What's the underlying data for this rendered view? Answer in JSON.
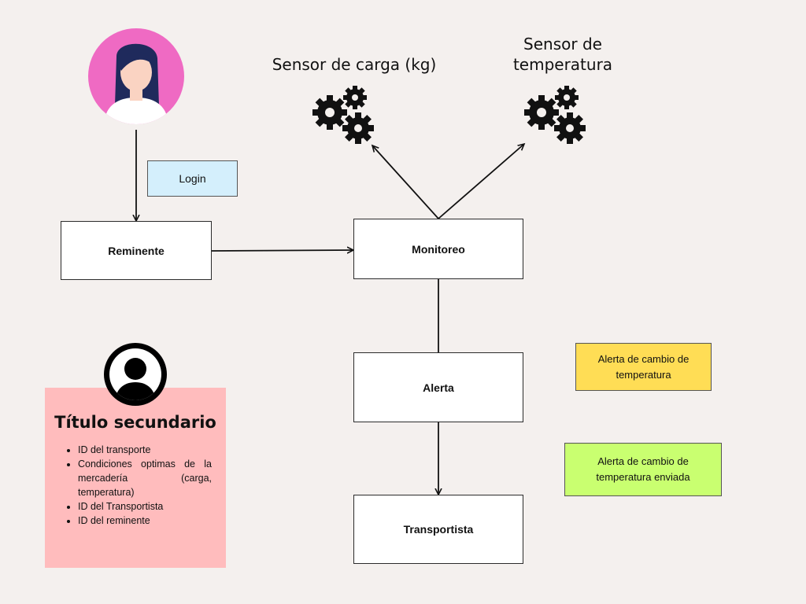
{
  "nodes": {
    "reminente": "Reminente",
    "monitoreo": "Monitoreo",
    "alerta": "Alerta",
    "transportista": "Transportista"
  },
  "login_label": "Login",
  "sensors": {
    "load": "Sensor de carga (kg)",
    "temperature_line1": "Sensor de",
    "temperature_line2": "temperatura"
  },
  "alerts": {
    "temperature_change": "Alerta de cambio de temperatura",
    "temperature_change_sent": "Alerta de cambio de temperatura enviada"
  },
  "card": {
    "title": "Título secundario",
    "items": [
      "ID del transporte",
      "Condiciones optimas de la mercadería (carga, temperatura)",
      "ID del Transportista",
      "ID del reminente"
    ]
  },
  "colors": {
    "background": "#f4f0ee",
    "login_fill": "#d4effc",
    "alert_yellow": "#ffdd55",
    "alert_green": "#c9ff70",
    "card_pink": "#ffbcbd",
    "avatar_pink": "#ef6ac3"
  },
  "icons": [
    "user-avatar-icon",
    "gear-cluster-icon",
    "user-silhouette-icon"
  ]
}
